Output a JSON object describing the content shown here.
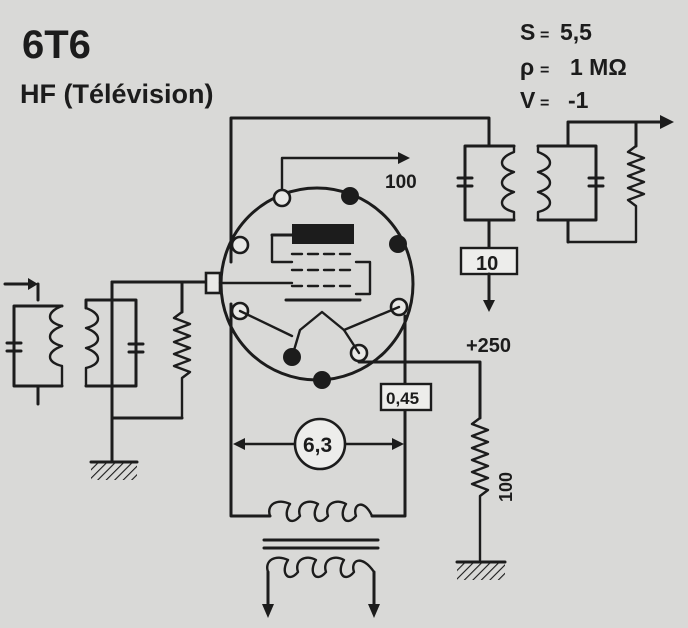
{
  "header": {
    "tube_name": "6T6",
    "subtitle": "HF (Télévision)"
  },
  "specs": [
    {
      "symbol": "S",
      "value": "5,5"
    },
    {
      "symbol": "ρ",
      "value": "1 MΩ"
    },
    {
      "symbol": "V",
      "value": "-1"
    }
  ],
  "labels": {
    "screen_out": "100",
    "resistor_box_top": "10",
    "plate_supply": "+250",
    "resistor_box_cathode": "0,45",
    "heater_voltage": "6,3",
    "cathode_resistor": "100"
  },
  "colors": {
    "paper": "#d9d9d7",
    "ink": "#1c1c1c"
  }
}
